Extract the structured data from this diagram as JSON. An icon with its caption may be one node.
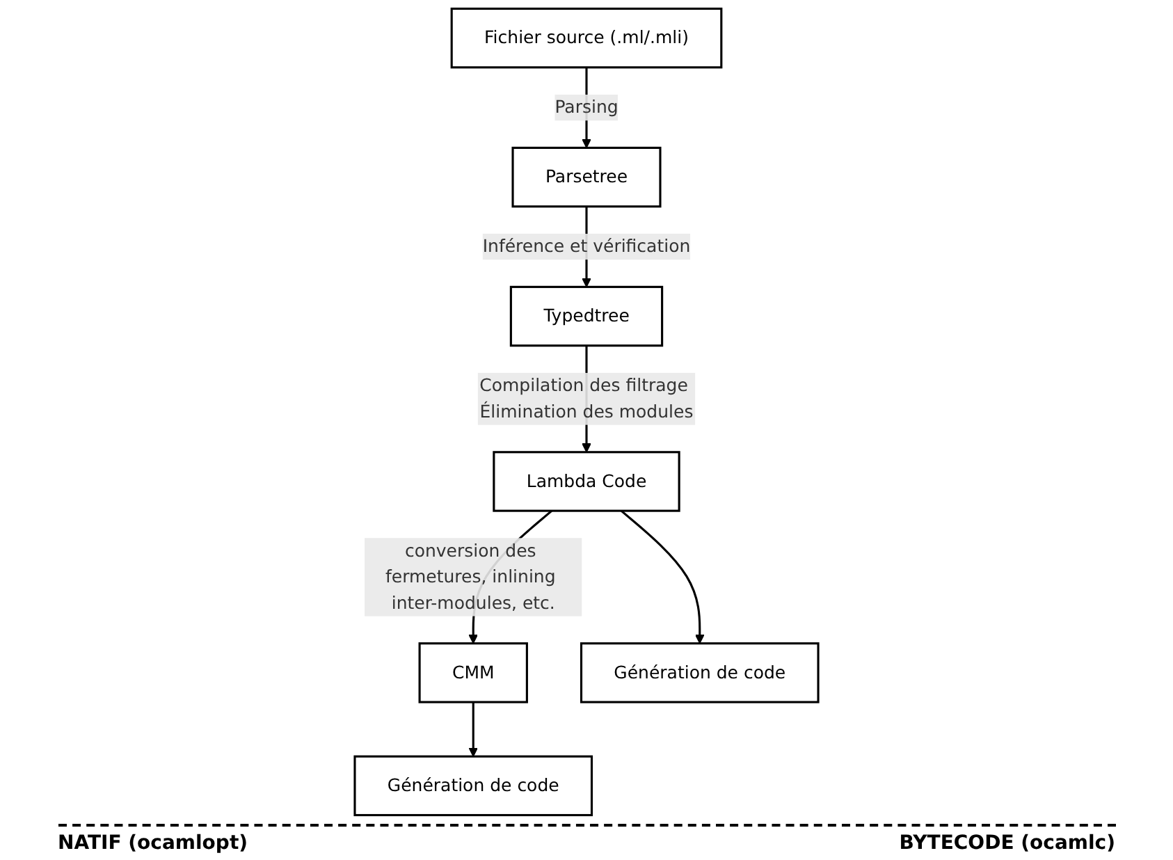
{
  "diagram": {
    "nodes": [
      {
        "text": [
          "Fichier source (.ml/.mli)"
        ]
      },
      {
        "text": [
          "Parsetree"
        ]
      },
      {
        "text": [
          "Typedtree"
        ]
      },
      {
        "text": [
          "Lambda Code"
        ]
      },
      {
        "text": [
          "CMM"
        ]
      },
      {
        "text": [
          "Génération de code"
        ]
      },
      {
        "text": [
          "Génération de code"
        ]
      }
    ],
    "edges": [
      {
        "from": 0,
        "to": 1,
        "arrow": "to",
        "label": "Parsing"
      },
      {
        "from": 1,
        "to": 2,
        "arrow": "to",
        "label": "Inférence et vérification"
      },
      {
        "from": 2,
        "to": 3,
        "arrow": "to",
        "label": "Compilation des filtrage Élimination des modules"
      },
      {
        "from": 3,
        "to": 4,
        "arrow": "to",
        "label": "conversion des fermetures, inlining inter-modules, etc."
      },
      {
        "from": 3,
        "to": 5,
        "arrow": "to"
      },
      {
        "from": 4,
        "to": 6,
        "arrow": "to"
      }
    ],
    "labels": [
      "NATIF (ocamlopt)",
      "BYTECODE (ocamlc)"
    ]
  }
}
